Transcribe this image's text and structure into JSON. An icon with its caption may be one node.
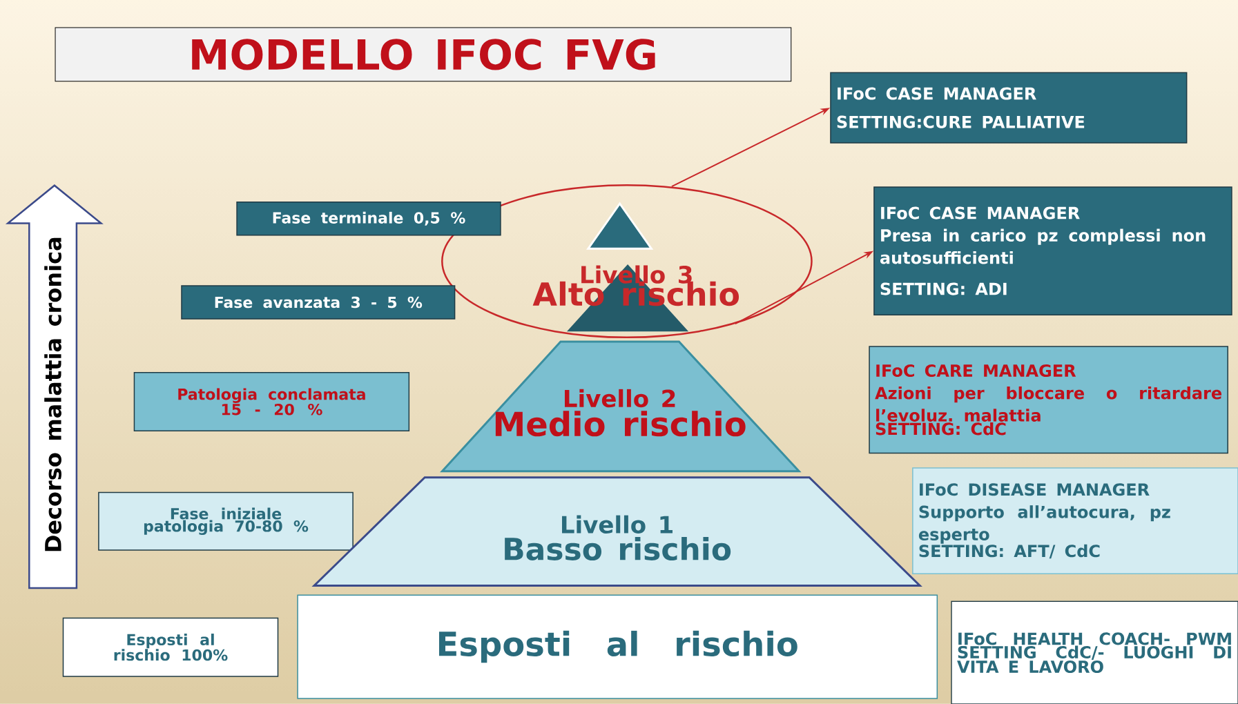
{
  "diagram": {
    "title": "MODELLO IFOC FVG",
    "nodes": [
      {
        "text": [
          "Decorso malattia cronica"
        ]
      },
      {
        "text": [
          "Fase terminale 0,5 %"
        ]
      },
      {
        "text": [
          "Fase avanzata 3 - 5 %"
        ]
      },
      {
        "text": [
          "Patologia conclamata 15 - 20 %"
        ]
      },
      {
        "text": [
          "Fase iniziale patologia 70-80 %"
        ]
      },
      {
        "text": [
          "Esposti al rischio 100%"
        ]
      },
      {
        "text": [
          "Livello 3",
          "Alto rischio"
        ]
      },
      {
        "text": [
          "Livello 2",
          "Medio rischio"
        ]
      },
      {
        "text": [
          "Livello 1",
          "Basso rischio"
        ]
      },
      {
        "text": [
          "Esposti al rischio"
        ]
      },
      {
        "text": [
          "IFoC CASE MANAGER",
          "SETTING:CURE PALLIATIVE"
        ]
      },
      {
        "text": [
          "IFoC CASE MANAGER",
          "Presa in carico pz complessi non autosufficienti",
          "SETTING: ADI"
        ]
      },
      {
        "text": [
          "IFoC CARE MANAGER",
          "Azioni per bloccare o ritardare l’evoluz. malattia",
          "SETTING: CdC"
        ]
      },
      {
        "text": [
          "IFoC DISEASE MANAGER",
          "Supporto all’autocura, pz esperto",
          "SETTING: AFT/ CdC"
        ]
      },
      {
        "text": [
          "IFoC HEALTH COACH- PWM SETTING CdC/- LUOGHI DI VITA E LAVORO"
        ]
      }
    ],
    "edges": [
      {
        "from": 6,
        "to": 10,
        "arrow": "to"
      },
      {
        "from": 6,
        "to": 11,
        "arrow": "to"
      }
    ]
  }
}
